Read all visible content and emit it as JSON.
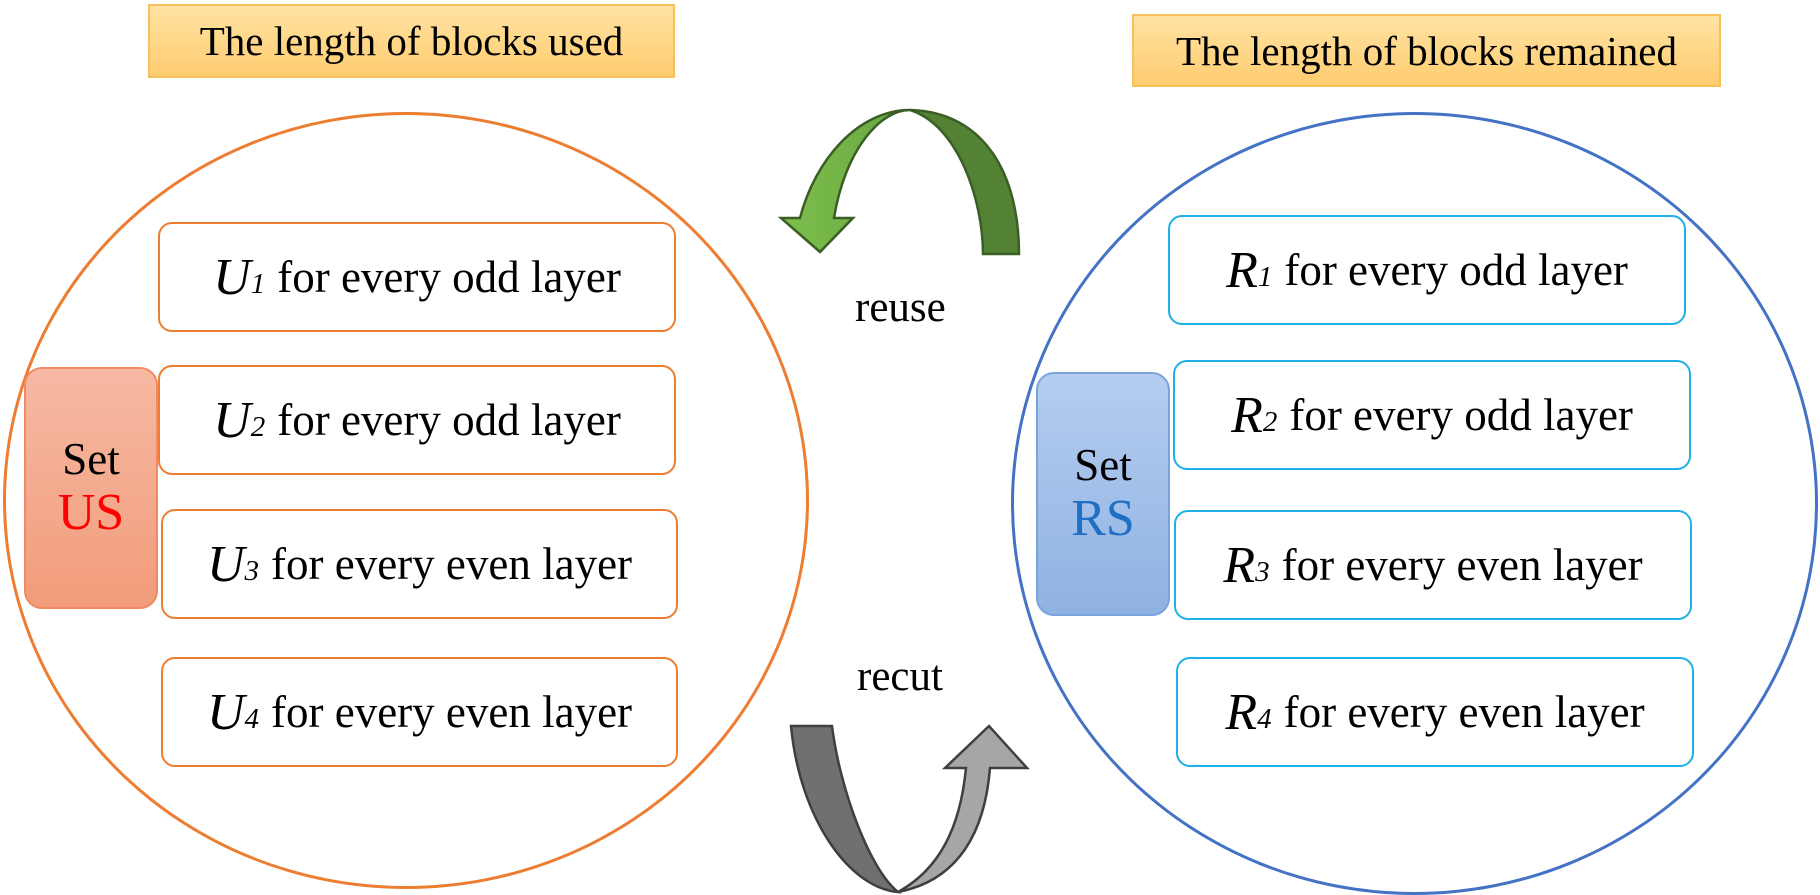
{
  "titles": {
    "used": "The length of blocks used",
    "remained": "The length of blocks remained"
  },
  "set_us": {
    "word": "Set",
    "code": "US",
    "items": [
      {
        "symbol": "U",
        "index": "1",
        "text": "for every odd layer"
      },
      {
        "symbol": "U",
        "index": "2",
        "text": "for every odd layer"
      },
      {
        "symbol": "U",
        "index": "3",
        "text": "for every even layer"
      },
      {
        "symbol": "U",
        "index": "4",
        "text": "for every even layer"
      }
    ]
  },
  "set_rs": {
    "word": "Set",
    "code": "RS",
    "items": [
      {
        "symbol": "R",
        "index": "1",
        "text": "for every odd layer"
      },
      {
        "symbol": "R",
        "index": "2",
        "text": "for every odd layer"
      },
      {
        "symbol": "R",
        "index": "3",
        "text": "for every even layer"
      },
      {
        "symbol": "R",
        "index": "4",
        "text": "for every even layer"
      }
    ]
  },
  "arrows": {
    "reuse": "reuse",
    "recut": "recut"
  },
  "colors": {
    "us_accent": "#ed7d31",
    "rs_accent": "#4472c4",
    "rs_item_border": "#1fb0e6",
    "us_code_text": "#ff0000",
    "rs_code_text": "#1f6fc5",
    "reuse_arrow": "#70ad47",
    "recut_arrow": "#8c8c8c"
  }
}
